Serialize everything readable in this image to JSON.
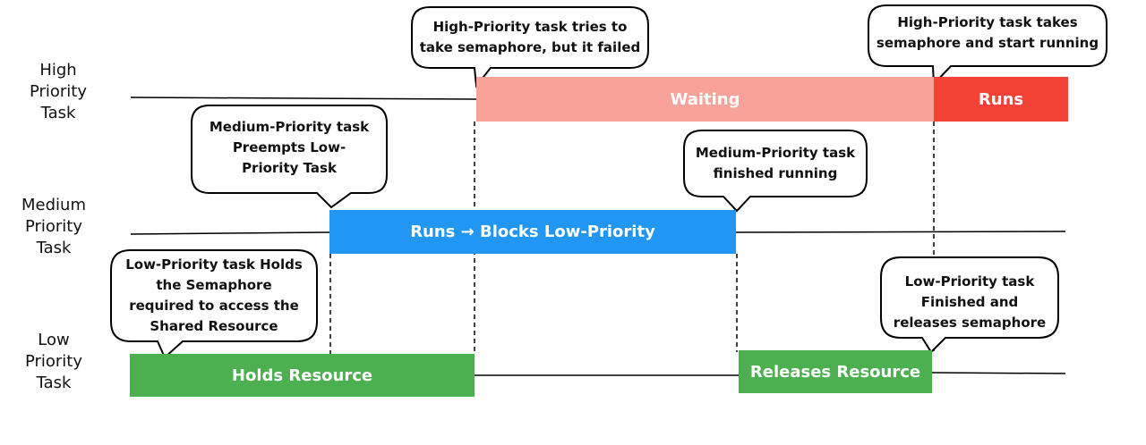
{
  "row_labels": {
    "high": [
      "High",
      "Priority",
      "Task"
    ],
    "medium": [
      "Medium",
      "Priority",
      "Task"
    ],
    "low": [
      "Low",
      "Priority",
      "Task"
    ]
  },
  "bars": {
    "high_waiting": "Waiting",
    "high_runs": "Runs",
    "medium_runs": "Runs → Blocks Low-Priority",
    "low_holds": "Holds Resource",
    "low_releases": "Releases Resource"
  },
  "callouts": {
    "high_tries": [
      "High-Priority task tries to",
      "take semaphore, but it failed"
    ],
    "high_takes": [
      "High-Priority task takes",
      "semaphore and start running"
    ],
    "medium_preempts": [
      "Medium-Priority task",
      "Preempts Low-",
      "Priority Task"
    ],
    "medium_finished": [
      "Medium-Priority task",
      "finished running"
    ],
    "low_holds": [
      "Low-Priority task Holds",
      "the Semaphore",
      "required to access the",
      "Shared Resource"
    ],
    "low_finished": [
      "Low-Priority task",
      "Finished and",
      "releases semaphore"
    ]
  },
  "colors": {
    "waiting": "#f8a29a",
    "high_runs": "#f44336",
    "medium": "#2196f3",
    "low": "#4caf50"
  }
}
